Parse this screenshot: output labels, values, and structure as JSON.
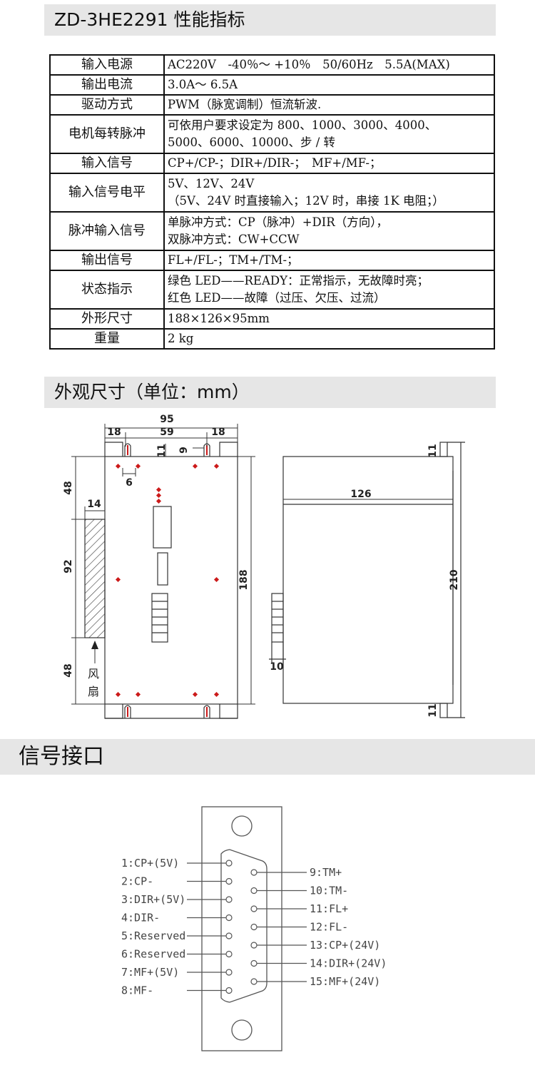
{
  "title": "ZD-3HE2291 性能指标",
  "spec_rows": [
    {
      "label": "输入电源",
      "lines": [
        "AC220V　-40％～ +10％　50/60Hz　5.5A(MAX)"
      ]
    },
    {
      "label": "输出电流",
      "lines": [
        "3.0A～ 6.5A"
      ]
    },
    {
      "label": "驱动方式",
      "lines": [
        "PWM（脉宽调制）恒流斩波."
      ]
    },
    {
      "label": "电机每转脉冲",
      "lines": [
        "可依用户要求设定为 800、1000、3000、4000、",
        "5000、6000、10000、步 / 转"
      ]
    },
    {
      "label": "输入信号",
      "lines": [
        "CP+/CP-；DIR+/DIR-；　MF+/MF-；"
      ]
    },
    {
      "label": "输入信号电平",
      "lines": [
        "5V、12V、24V",
        "（5V、24V 时直接输入；12V 时，串接 1K 电阻；）"
      ]
    },
    {
      "label": "脉冲输入信号",
      "lines": [
        "单脉冲方式：CP（脉冲）+DIR（方向），",
        "双脉冲方式：CW+CCW"
      ]
    },
    {
      "label": "输出信号",
      "lines": [
        "FL+/FL-；TM+/TM-；"
      ]
    },
    {
      "label": "状态指示",
      "lines": [
        "绿色 LED——READY：正常指示，无故障时亮；",
        "红色 LED——故障（过压、欠压、过流）"
      ]
    },
    {
      "label": "外形尺寸",
      "lines": [
        "188×126×95mm"
      ]
    },
    {
      "label": "重量",
      "lines": [
        "2 kg"
      ]
    }
  ],
  "dimension_title": "外观尺寸（单位：mm）",
  "dimensions": {
    "width": "95",
    "left_margin": "18",
    "center": "59",
    "right_margin": "18",
    "slot_depth": "11",
    "slot_gap": "9",
    "hole_offset": "6",
    "top_section": "48",
    "fan_width": "14",
    "middle_section": "92",
    "bottom_section": "48",
    "height": "188",
    "depth": "126",
    "total_height": "210",
    "flange_top": "11",
    "flange_bottom": "11",
    "connector": "10"
  },
  "fan_label": [
    "风",
    "扇"
  ],
  "signal_title": "信号接口",
  "pins_left": [
    "1:CP+(5V)",
    "2:CP-",
    "3:DIR+(5V)",
    "4:DIR-",
    "5:Reserved",
    "6:Reserved",
    "7:MF+(5V)",
    "8:MF-"
  ],
  "pins_right": [
    "9:TM+",
    "10:TM-",
    "11:FL+",
    "12:FL-",
    "13:CP+(24V)",
    "14:DIR+(24V)",
    "15:MF+(24V)"
  ],
  "colors": {
    "section_bar": "#e6e6e6",
    "marker_red": "#cc1a1a",
    "line": "#333333"
  }
}
